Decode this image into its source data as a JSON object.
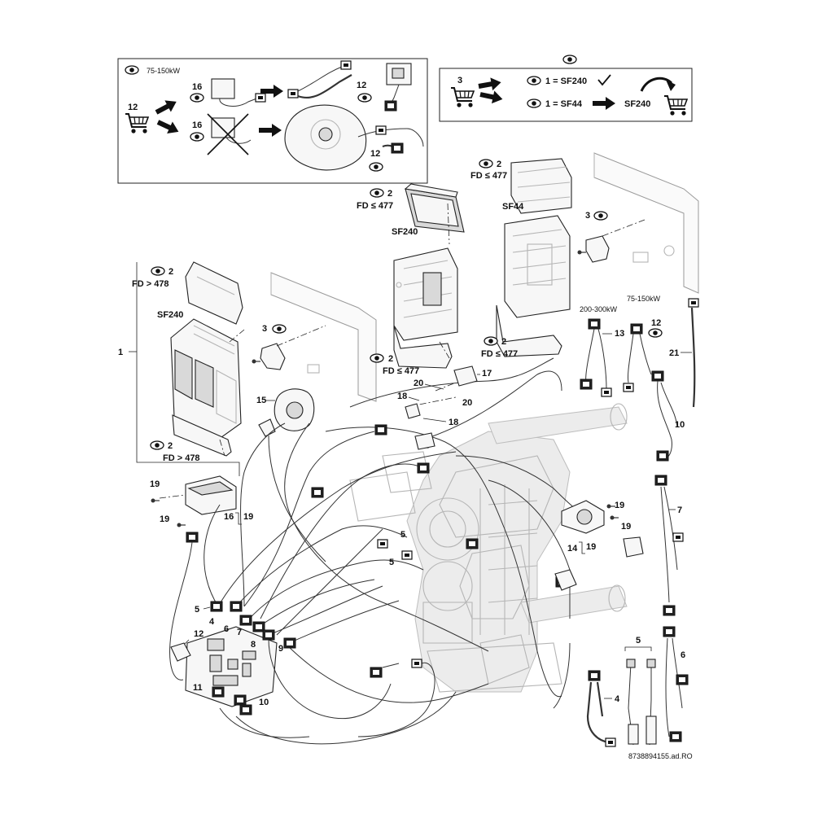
{
  "inset_left": {
    "power_label": "75-150kW",
    "cart_qty": "12",
    "ref_16_a": "16",
    "ref_16_b": "16",
    "ref_12_a": "12",
    "ref_12_b": "12"
  },
  "inset_right": {
    "cart_qty": "3",
    "row1_text": "1 = SF240",
    "row2_text": "1 = SF44",
    "row2_target": "SF240"
  },
  "callouts": {
    "fd_lte_477_a": "FD ≤ 477",
    "fd_lte_477_b": "FD ≤ 477",
    "fd_lte_477_c": "FD ≤ 477",
    "fd_lte_477_d": "FD ≤ 477",
    "fd_gt_478_a": "FD > 478",
    "fd_gt_478_b": "FD > 478",
    "sf240_top": "SF240",
    "sf240_left": "SF240",
    "sf44": "SF44",
    "power_200_300": "200-300kW",
    "power_75_150": "75-150kW",
    "doc_number": "8738894155.ad.RO"
  },
  "refs": {
    "r1": "1",
    "r2a": "2",
    "r2b": "2",
    "r2c": "2",
    "r2d": "2",
    "r2e": "2",
    "r2f": "2",
    "r3a": "3",
    "r3b": "3",
    "r4a": "4",
    "r4b": "4",
    "r5a": "5",
    "r5b": "5",
    "r5c": "5",
    "r5d": "5",
    "r6a": "6",
    "r6b": "6",
    "r7a": "7",
    "r7b": "7",
    "r8": "8",
    "r9": "9",
    "r10a": "10",
    "r10b": "10",
    "r11": "11",
    "r12a": "12",
    "r12b": "12",
    "r13": "13",
    "r14": "14",
    "r14_19": "19",
    "r15": "15",
    "r16": "16",
    "r16_19": "19",
    "r17": "17",
    "r18a": "18",
    "r18b": "18",
    "r19a": "19",
    "r19b": "19",
    "r19c": "19",
    "r19d": "19",
    "r20a": "20",
    "r20b": "20",
    "r21": "21"
  }
}
